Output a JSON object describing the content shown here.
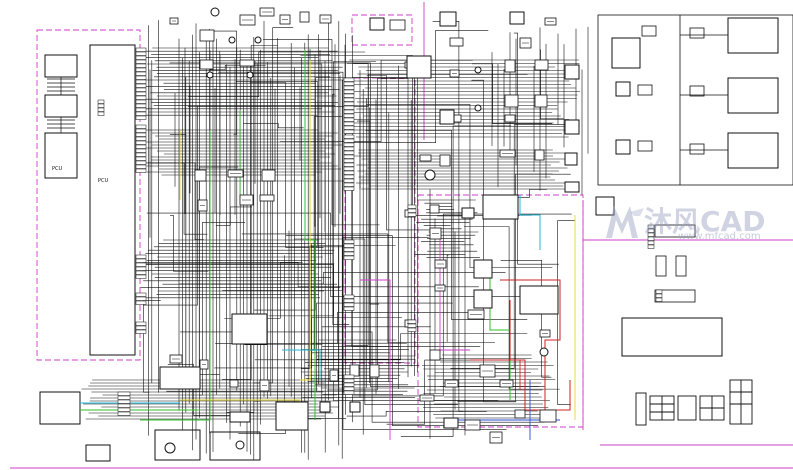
{
  "colors": {
    "wire": "#111111",
    "magenta": "#d23cc8",
    "green": "#2dbf2d",
    "yellow": "#e0d020",
    "cyan": "#22b8d8",
    "red": "#d22020",
    "blue": "#2a4cd8",
    "watermark": "#a0a8c0"
  },
  "labels": {
    "module_pcu": "PCU",
    "module_pcu_side": "PCU",
    "watermark_text": "沐风CAD",
    "watermark_url": "www.mfcad.com"
  },
  "icons": {
    "watermark_logo": "mf-logo-icon"
  }
}
